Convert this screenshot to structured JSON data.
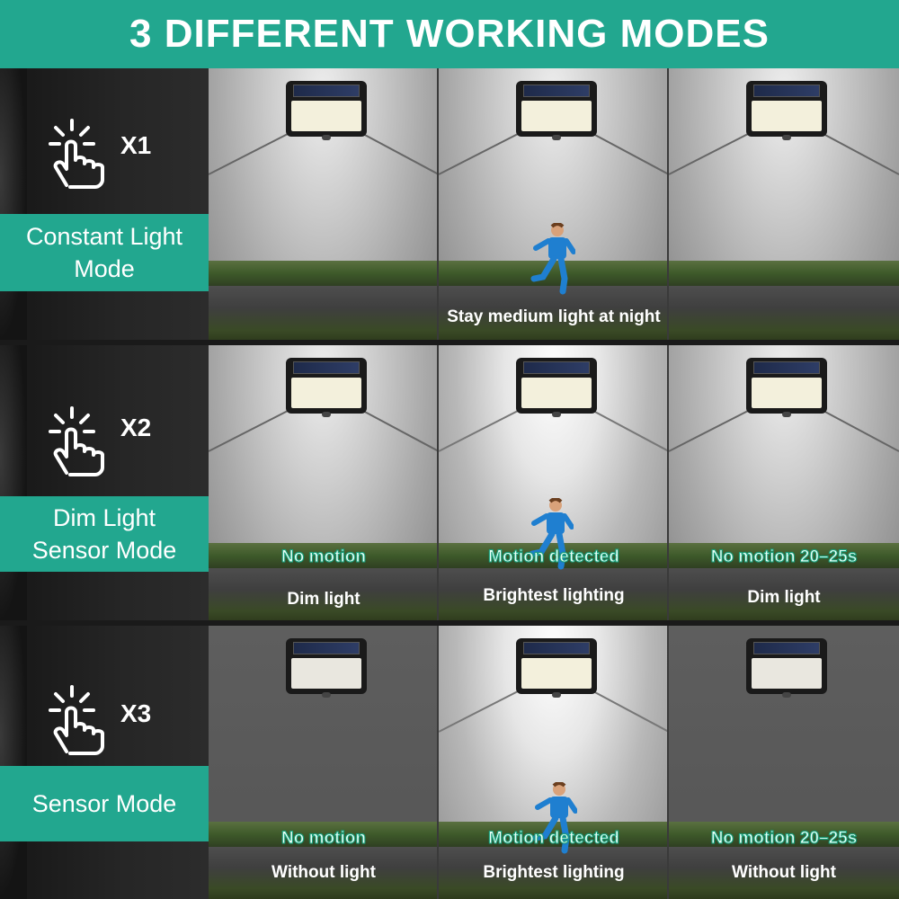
{
  "header": {
    "title": "3 DIFFERENT WORKING MODES"
  },
  "colors": {
    "accent": "#22a78f",
    "status_text": "#1aa37f"
  },
  "modes": [
    {
      "icon": "tap-hand-icon",
      "count": "X1",
      "label_line1": "Constant Light",
      "label_line2": "Mode",
      "caption": "Stay medium light at night",
      "panels": [
        {
          "status": "",
          "caption": ""
        },
        {
          "status": "",
          "caption": ""
        },
        {
          "status": "",
          "caption": ""
        }
      ]
    },
    {
      "icon": "tap-hand-icon",
      "count": "X2",
      "label_line1": "Dim Light",
      "label_line2": "Sensor Mode",
      "caption": "",
      "panels": [
        {
          "status": "No motion",
          "caption": "Dim light"
        },
        {
          "status": "Motion detected",
          "caption": "Brightest lighting"
        },
        {
          "status": "No motion 20–25s",
          "caption": "Dim light"
        }
      ]
    },
    {
      "icon": "tap-hand-icon",
      "count": "X3",
      "label_line1": "Sensor Mode",
      "label_line2": "",
      "caption": "",
      "panels": [
        {
          "status": "No motion",
          "caption": "Without light"
        },
        {
          "status": "Motion detected",
          "caption": "Brightest lighting"
        },
        {
          "status": "No motion 20–25s",
          "caption": "Without light"
        }
      ]
    }
  ]
}
